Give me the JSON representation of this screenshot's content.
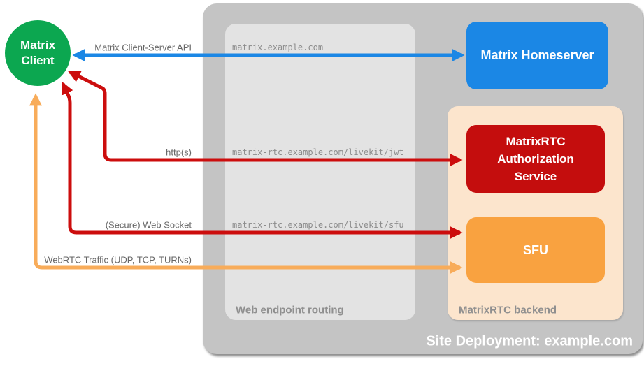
{
  "site": {
    "label": "Site Deployment: example.com",
    "fill": "#C4C4C4"
  },
  "routing": {
    "label": "Web endpoint routing",
    "fill": "#E3E3E3",
    "endpoints": [
      "matrix.example.com",
      "matrix-rtc.example.com/livekit/jwt",
      "matrix-rtc.example.com/livekit/sfu"
    ]
  },
  "backend": {
    "label": "MatrixRTC backend",
    "fill": "#FCE5CD"
  },
  "nodes": {
    "client": {
      "label": "Matrix Client",
      "fill": "#0CA750"
    },
    "homeserver": {
      "label": "Matrix Homeserver",
      "fill": "#1B87E5"
    },
    "auth": {
      "label": "MatrixRTC Authorization Service",
      "fill": "#C40D0D"
    },
    "sfu": {
      "label": "SFU",
      "fill": "#F9A240"
    }
  },
  "connections": [
    {
      "label": "Matrix Client-Server API",
      "color": "#1B87E5",
      "from": "Matrix Client",
      "to": "Matrix Homeserver",
      "via": "matrix.example.com",
      "bidirectional": true
    },
    {
      "label": "http(s)",
      "color": "#CC0D0D",
      "from": "Matrix Client",
      "to": "MatrixRTC Authorization Service",
      "via": "matrix-rtc.example.com/livekit/jwt",
      "bidirectional": true
    },
    {
      "label": "(Secure) Web Socket",
      "color": "#CC0D0D",
      "from": "Matrix Client",
      "to": "SFU",
      "via": "matrix-rtc.example.com/livekit/sfu",
      "bidirectional": true
    },
    {
      "label": "WebRTC Traffic (UDP, TCP, TURNs)",
      "color": "#F8AC5A",
      "from": "Matrix Client",
      "to": "SFU",
      "bidirectional": true
    }
  ]
}
